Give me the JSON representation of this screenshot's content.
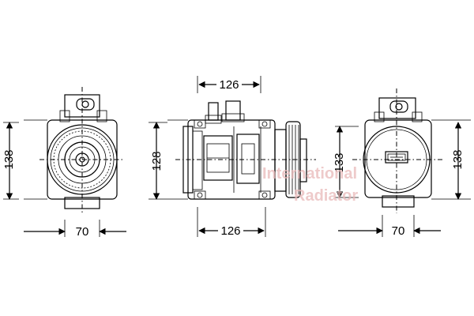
{
  "drawing": {
    "views": [
      {
        "id": "front-view",
        "dims": {
          "height": "138",
          "width": "70"
        }
      },
      {
        "id": "side-view",
        "dims": {
          "top_width": "126",
          "height": "128",
          "bottom_width": "126"
        }
      },
      {
        "id": "rear-view",
        "dims": {
          "inner_height": "133",
          "outer_height": "138",
          "width": "70"
        }
      }
    ],
    "rear_plate_icon": "label-plate-icon"
  },
  "watermark": {
    "line1": "International",
    "line2": "Radiator"
  }
}
